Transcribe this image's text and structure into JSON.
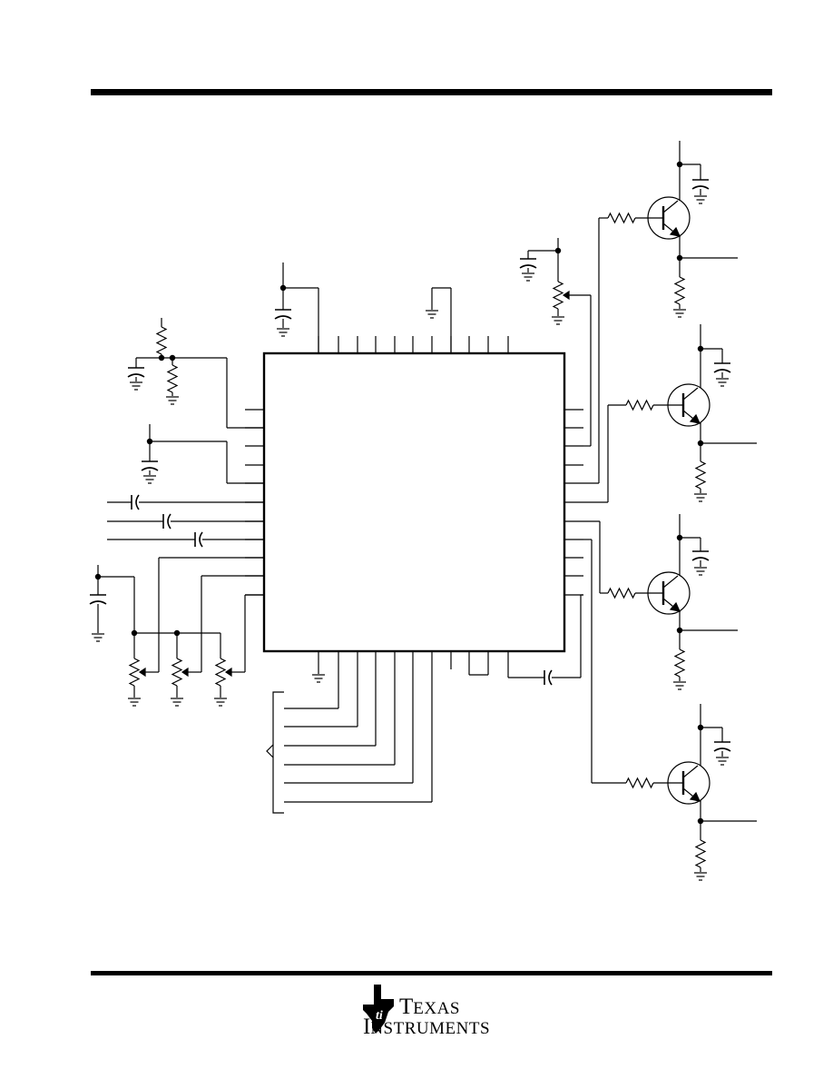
{
  "logo": {
    "company_line_1": "TEXAS",
    "company_line_2": "INSTRUMENTS",
    "line_1_initial": "T",
    "line_1_rest": "EXAS",
    "line_2_initial": "I",
    "line_2_rest": "NSTRUMENTS"
  },
  "diagram": {
    "type": "circuit-schematic",
    "main_ic": "square integrated circuit with pins on all four sides",
    "output_stages": 4,
    "stroke_color": "#000000",
    "background_color": "#ffffff"
  }
}
